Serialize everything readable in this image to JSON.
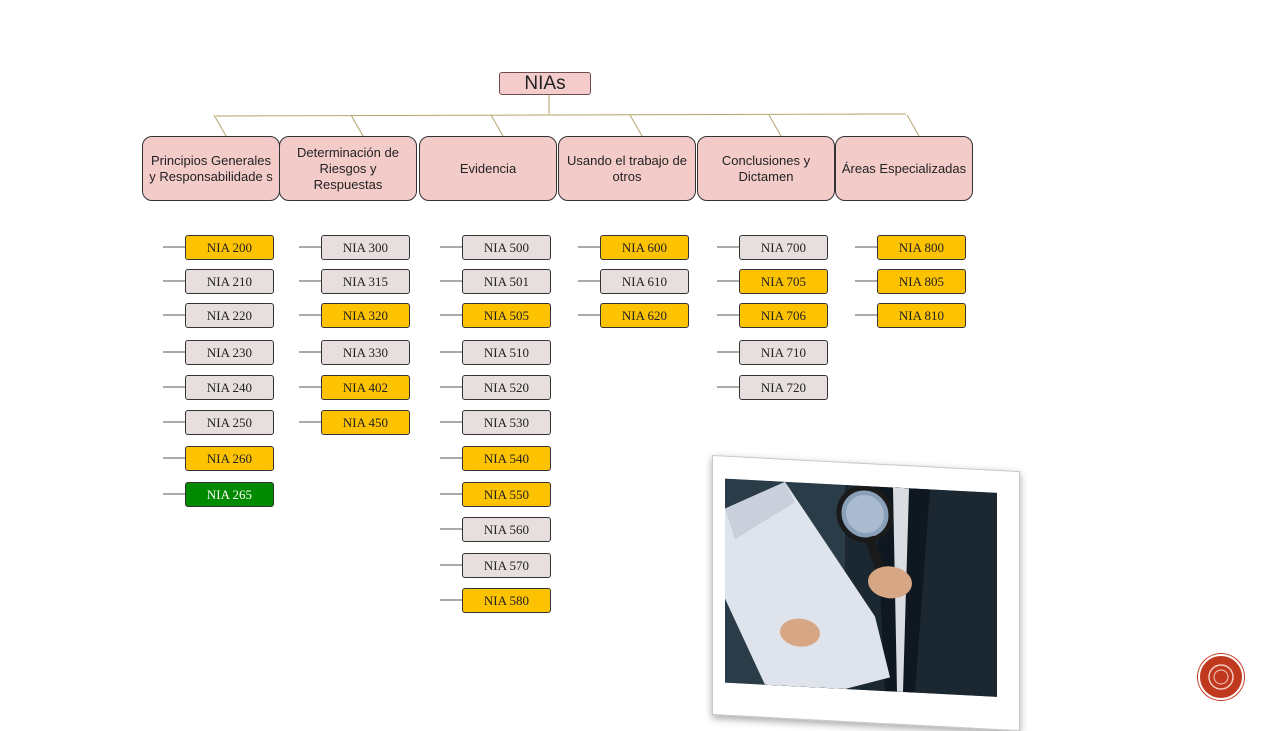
{
  "root": {
    "label": "NIAs"
  },
  "categories": [
    {
      "label": "Principios Generales y Responsabilidade s"
    },
    {
      "label": "Determinación de Riesgos y Respuestas"
    },
    {
      "label": "Evidencia"
    },
    {
      "label": "Usando el trabajo de otros"
    },
    {
      "label": "Conclusiones y Dictamen"
    },
    {
      "label": "Áreas Especializadas"
    }
  ],
  "columns": [
    {
      "items": [
        {
          "label": "NIA 200",
          "status": "yellow"
        },
        {
          "label": "NIA 210",
          "status": "grey"
        },
        {
          "label": "NIA 220",
          "status": "grey"
        },
        {
          "label": "NIA 230",
          "status": "grey"
        },
        {
          "label": "NIA 240",
          "status": "grey"
        },
        {
          "label": "NIA 250",
          "status": "grey"
        },
        {
          "label": "NIA 260",
          "status": "yellow"
        },
        {
          "label": "NIA 265",
          "status": "green"
        }
      ]
    },
    {
      "items": [
        {
          "label": "NIA 300",
          "status": "grey"
        },
        {
          "label": "NIA 315",
          "status": "grey"
        },
        {
          "label": "NIA 320",
          "status": "yellow"
        },
        {
          "label": "NIA 330",
          "status": "grey"
        },
        {
          "label": "NIA 402",
          "status": "yellow"
        },
        {
          "label": "NIA 450",
          "status": "yellow"
        }
      ]
    },
    {
      "items": [
        {
          "label": "NIA 500",
          "status": "grey"
        },
        {
          "label": "NIA 501",
          "status": "grey"
        },
        {
          "label": "NIA 505",
          "status": "yellow"
        },
        {
          "label": "NIA 510",
          "status": "grey"
        },
        {
          "label": "NIA 520",
          "status": "grey"
        },
        {
          "label": "NIA 530",
          "status": "grey"
        },
        {
          "label": "NIA 540",
          "status": "yellow"
        },
        {
          "label": "NIA 550",
          "status": "yellow"
        },
        {
          "label": "NIA 560",
          "status": "grey"
        },
        {
          "label": "NIA 570",
          "status": "grey"
        },
        {
          "label": "NIA 580",
          "status": "yellow"
        }
      ]
    },
    {
      "items": [
        {
          "label": "NIA 600",
          "status": "yellow"
        },
        {
          "label": "NIA 610",
          "status": "grey"
        },
        {
          "label": "NIA 620",
          "status": "yellow"
        }
      ]
    },
    {
      "items": [
        {
          "label": "NIA 700",
          "status": "grey"
        },
        {
          "label": "NIA 705",
          "status": "yellow"
        },
        {
          "label": "NIA 706",
          "status": "yellow"
        },
        {
          "label": "NIA 710",
          "status": "grey"
        },
        {
          "label": "NIA 720",
          "status": "grey"
        }
      ]
    },
    {
      "items": [
        {
          "label": "NIA 800",
          "status": "yellow"
        },
        {
          "label": "NIA 805",
          "status": "yellow"
        },
        {
          "label": "NIA 810",
          "status": "yellow"
        }
      ]
    }
  ],
  "colors": {
    "root_fill": "#f4cccc",
    "category_fill": "#f3ccc9",
    "grey": "#e7dede",
    "yellow": "#fdc300",
    "green": "#008a00",
    "connector": "#b5a36a",
    "nav_button": "#c0391f"
  },
  "icons": {
    "photo": "magnifying-glass-document-photo",
    "nav": "navigation-circle-icon"
  }
}
